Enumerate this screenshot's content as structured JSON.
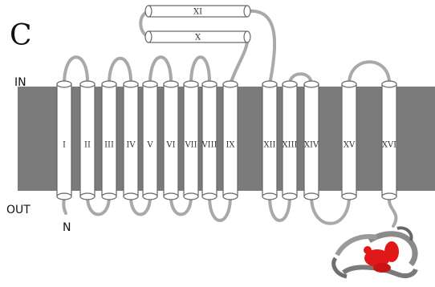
{
  "panel_letter": "C",
  "labels": {
    "inside": "IN",
    "outside": "OUT",
    "n_terminus": "N"
  },
  "helices": [
    "I",
    "II",
    "III",
    "IV",
    "V",
    "VI",
    "VII",
    "VIII",
    "IX",
    "X",
    "XI",
    "XII",
    "XIII",
    "XIV",
    "XV",
    "XVI"
  ],
  "colors": {
    "membrane": "#7b7b7b",
    "loop": "#a9a9a9",
    "domain_gray": "#8a8a8a",
    "domain_red": "#e01818"
  }
}
